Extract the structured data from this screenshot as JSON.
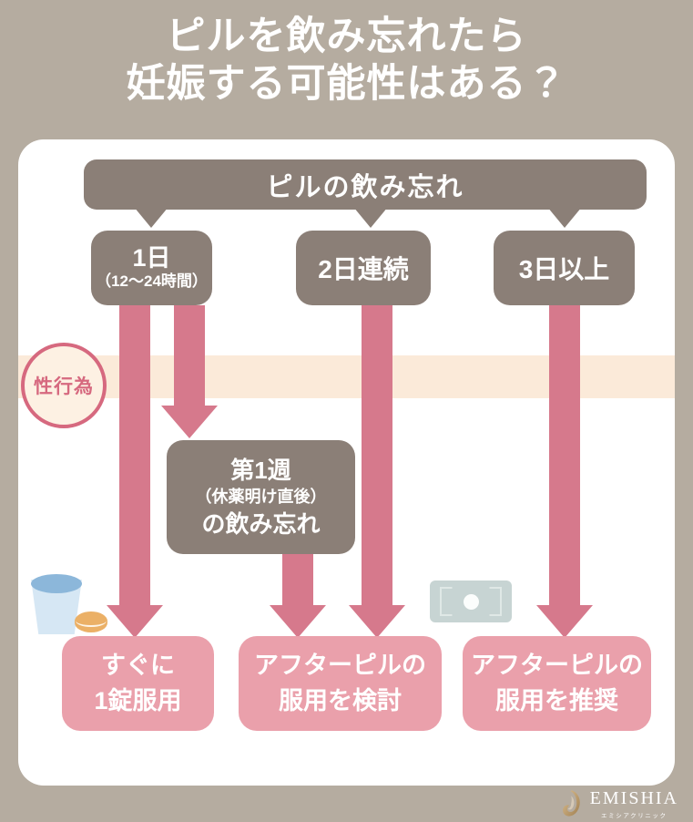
{
  "title": {
    "line1": "ピルを飲み忘れたら",
    "line2": "妊娠する可能性はある？"
  },
  "flowchart": {
    "root": {
      "label": "ピルの飲み忘れ"
    },
    "branches": [
      {
        "label": "1日",
        "sublabel": "（12〜24時間）"
      },
      {
        "label": "2日連続"
      },
      {
        "label": "3日以上"
      }
    ],
    "band": {
      "label": "性行為"
    },
    "mid_box": {
      "line1": "第1週",
      "line2": "（休薬明け直後）",
      "line3": "の飲み忘れ"
    },
    "results": [
      {
        "line1": "すぐに",
        "line2": "1錠服用"
      },
      {
        "line1": "アフターピルの",
        "line2": "服用を検討"
      },
      {
        "line1": "アフターピルの",
        "line2": "服用を推奨"
      }
    ],
    "icons": [
      "water-glass-icon",
      "pill-icon",
      "banknote-icon"
    ]
  },
  "footer": {
    "brand": "EMISHIA",
    "brand_sub": "エミシアクリニック"
  },
  "colors": {
    "background": "#b5aca0",
    "card": "#ffffff",
    "node": "#8b7f77",
    "arrow": "#d6798c",
    "result": "#eaa0ab",
    "band": "#fbead9",
    "accent_pink": "#d6697f",
    "gold": "#c3a273"
  }
}
